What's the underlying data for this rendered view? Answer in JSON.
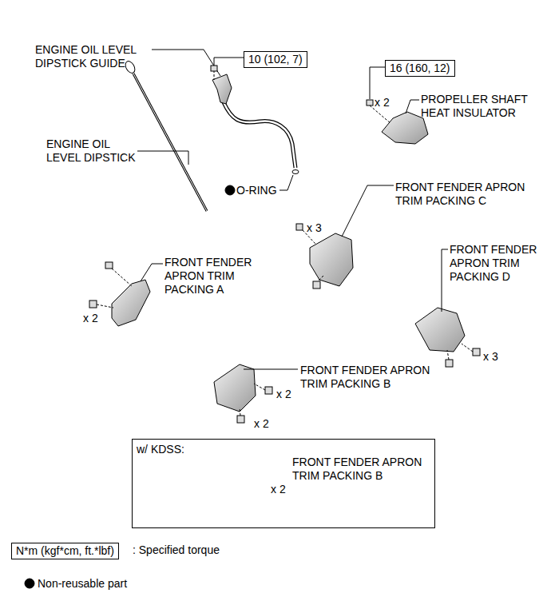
{
  "diagram": {
    "nodes": [
      {
        "text": [
          "10 (102, 7)"
        ]
      },
      {
        "text": [
          "16 (160, 12)"
        ]
      },
      {
        "text": [
          "w/ KDSS:",
          "FRONT FENDER APRON TRIM PACKING B",
          "x 2"
        ]
      },
      {
        "text": [
          "N*m (kgf*cm, ft.*lbf)"
        ]
      }
    ],
    "labels": [
      "ENGINE OIL LEVEL DIPSTICK GUIDE",
      "PROPELLER SHAFT HEAT INSULATOR",
      "x 2",
      "ENGINE OIL LEVEL DIPSTICK",
      "O-RING",
      "FRONT FENDER APRON TRIM PACKING C",
      "x 3",
      "FRONT FENDER APRON TRIM PACKING A",
      "x 2",
      "FRONT FENDER APRON TRIM PACKING D",
      "x 3",
      "FRONT FENDER APRON TRIM PACKING B",
      "x 2",
      "x 2"
    ],
    "legend": [
      {
        "text": ": Specified torque"
      },
      {
        "text": "Non-reusable part"
      }
    ]
  }
}
